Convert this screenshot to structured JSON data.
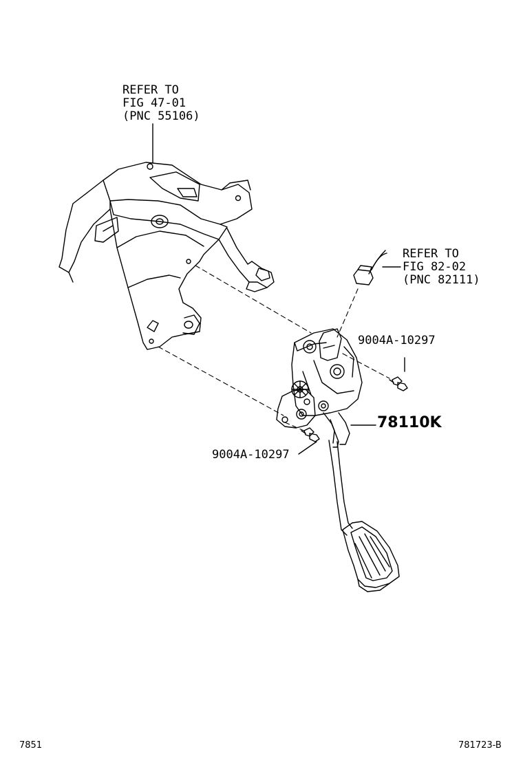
{
  "refer_bracket": {
    "line1": "REFER TO",
    "line2": "FIG 47-01",
    "line3": "(PNC 55106)"
  },
  "refer_sensor": {
    "line1": "REFER TO",
    "line2": "FIG 82-02",
    "line3": "(PNC 82111)"
  },
  "parts": {
    "bolt_right": "9004A-10297",
    "pedal_assembly": "78110K",
    "bolt_left": "9004A-10297"
  },
  "footer": {
    "page_code": "7851",
    "figure_id": "781723-B"
  },
  "colors": {
    "line": "#000000",
    "background": "#ffffff"
  }
}
